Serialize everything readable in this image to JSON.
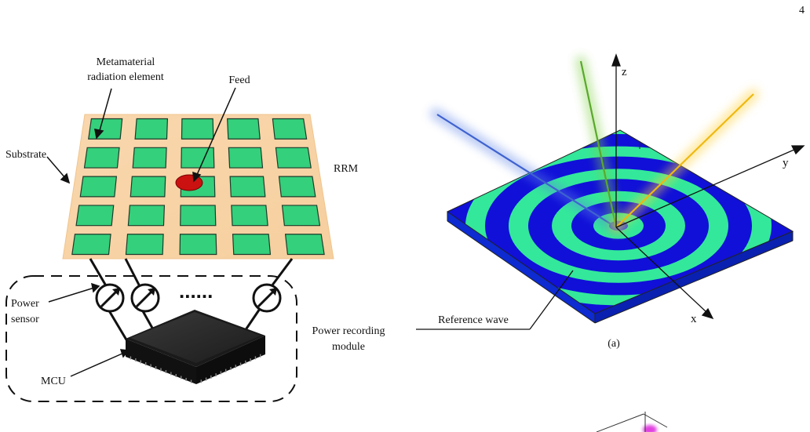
{
  "page_number": "4",
  "left_figure": {
    "labels": {
      "element": [
        "Metamaterial",
        "radiation element"
      ],
      "feed": "Feed",
      "substrate": "Substrate",
      "rrm": "RRM",
      "power_sensor": [
        "Power",
        "sensor"
      ],
      "dots": "......",
      "power_module": [
        "Power recording",
        "module"
      ],
      "mcu": "MCU"
    },
    "colors": {
      "substrate": "#f8d3a6",
      "element": "#35d07c",
      "feed": "#cc1111",
      "chip": "#2b2b2b"
    },
    "grid": {
      "rows": 5,
      "cols": 5
    }
  },
  "right_figure": {
    "axes": {
      "x": "x",
      "y": "y",
      "z": "z"
    },
    "reference_wave_label": "Reference wave",
    "caption": "(a)",
    "colors": {
      "wave_green": "#33e89a",
      "wave_blue": "#1010d8",
      "beam_blue": "#4a6fd6",
      "beam_green": "#6cbf3a",
      "beam_yellow": "#f2c21a"
    }
  }
}
